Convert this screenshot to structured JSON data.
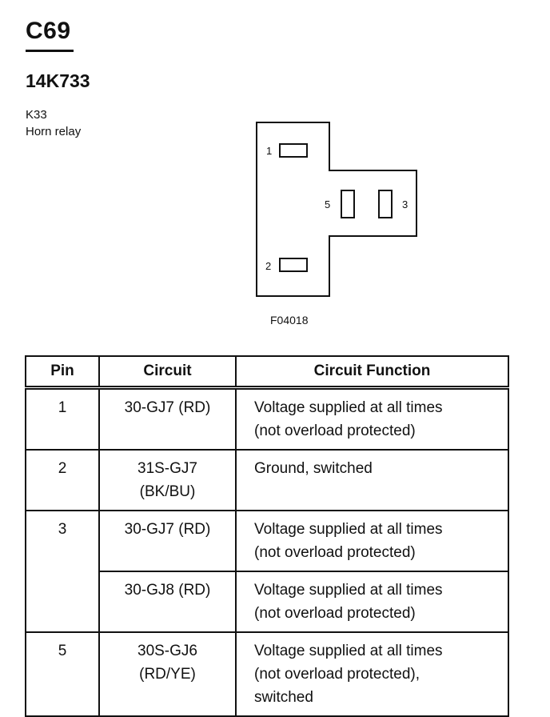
{
  "header": {
    "connector_id": "C69",
    "part_number": "14K733",
    "component_code": "K33",
    "component_name": "Horn relay"
  },
  "diagram": {
    "figure_id": "F04018",
    "pins": [
      {
        "label": "1"
      },
      {
        "label": "2"
      },
      {
        "label": "5"
      },
      {
        "label": "3"
      }
    ]
  },
  "table": {
    "headers": [
      "Pin",
      "Circuit",
      "Circuit Function"
    ],
    "rows": [
      {
        "pin": "1",
        "circuit": [
          "30-GJ7 (RD)"
        ],
        "function": [
          "Voltage supplied at all times",
          "(not overload protected)"
        ]
      },
      {
        "pin": "2",
        "circuit": [
          "31S-GJ7",
          "(BK/BU)"
        ],
        "function": [
          "Ground, switched"
        ]
      },
      {
        "pin": "3",
        "circuit": [
          "30-GJ7 (RD)"
        ],
        "function": [
          "Voltage supplied at all times",
          "(not overload protected)"
        ]
      },
      {
        "pin": "",
        "circuit": [
          "30-GJ8 (RD)"
        ],
        "function": [
          "Voltage supplied at all times",
          "(not overload protected)"
        ]
      },
      {
        "pin": "5",
        "circuit": [
          "30S-GJ6",
          "(RD/YE)"
        ],
        "function": [
          "Voltage supplied at all times",
          "(not overload protected),",
          "switched"
        ]
      }
    ]
  }
}
